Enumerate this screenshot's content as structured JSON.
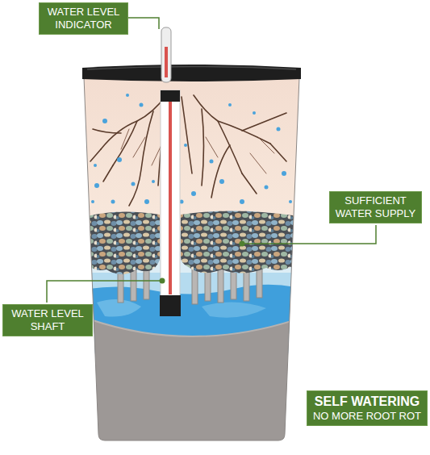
{
  "diagram": {
    "nodes": [
      {
        "text": [
          "WATER LEVEL INDICATOR"
        ]
      },
      {
        "text": [
          "SUFFICIENT WATER SUPPLY"
        ]
      },
      {
        "text": [
          "WATER LEVEL SHAFT"
        ]
      },
      {
        "text": [
          "SELF WATERING",
          "NO MORE ROOT ROT"
        ]
      }
    ]
  }
}
